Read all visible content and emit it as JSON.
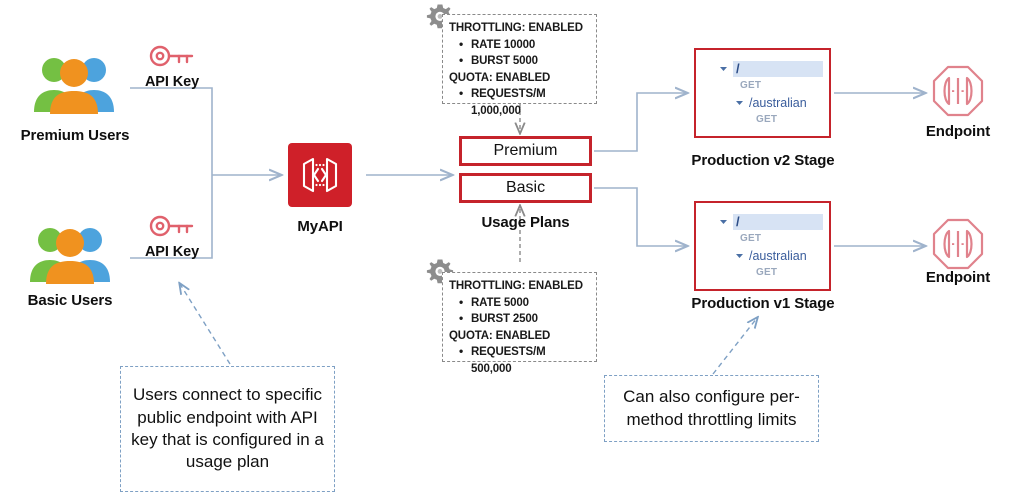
{
  "diagram": {
    "title": "API Gateway usage plans and API keys architecture"
  },
  "actors": [
    {
      "id": "premium-users",
      "label": "Premium Users"
    },
    {
      "id": "basic-users",
      "label": "Basic Users"
    }
  ],
  "api_keys": [
    {
      "id": "api-key-premium",
      "label": "API Key"
    },
    {
      "id": "api-key-basic",
      "label": "API Key"
    }
  ],
  "api": {
    "label": "MyAPI",
    "icon": "api-gateway-icon",
    "color": "#cf2029"
  },
  "usage_plans": {
    "group_label": "Usage Plans",
    "plans": [
      {
        "id": "premium-plan",
        "label": "Premium"
      },
      {
        "id": "basic-plan",
        "label": "Basic"
      }
    ]
  },
  "throttle_cards": [
    {
      "id": "premium-throttle",
      "icon": "gear-icon",
      "throttling_header": "THROTTLING: ENABLED",
      "throttling_items": [
        "RATE 10000",
        "BURST 5000"
      ],
      "quota_header": "QUOTA: ENABLED",
      "quota_items": [
        "REQUESTS/M 1,000,000"
      ]
    },
    {
      "id": "basic-throttle",
      "icon": "gear-icon",
      "throttling_header": "THROTTLING: ENABLED",
      "throttling_items": [
        "RATE 5000",
        "BURST 2500"
      ],
      "quota_header": "QUOTA: ENABLED",
      "quota_items": [
        "REQUESTS/M 500,000"
      ]
    }
  ],
  "stages": [
    {
      "id": "production-v2-stage",
      "label": "Production v2 Stage",
      "tree": {
        "root": "/",
        "root_method": "GET",
        "child": "/australian",
        "child_method": "GET"
      }
    },
    {
      "id": "production-v1-stage",
      "label": "Production v1 Stage",
      "tree": {
        "root": "/",
        "root_method": "GET",
        "child": "/australian",
        "child_method": "GET"
      }
    }
  ],
  "endpoints": [
    {
      "id": "endpoint-v2",
      "label": "Endpoint"
    },
    {
      "id": "endpoint-v1",
      "label": "Endpoint"
    }
  ],
  "callouts": [
    {
      "id": "users-callout",
      "text": "Users connect to specific public endpoint with API key that is configured in a usage plan"
    },
    {
      "id": "throttling-callout",
      "text": "Can also configure per-method throttling limits"
    }
  ],
  "colors": {
    "brand_red": "#cf2029",
    "box_red": "#c5232b",
    "connector_blue": "#9fb3cc",
    "callout_border": "#7ea0c4",
    "dashed_gray": "#8a8a8a",
    "tree_highlight": "#d7e3f4"
  }
}
